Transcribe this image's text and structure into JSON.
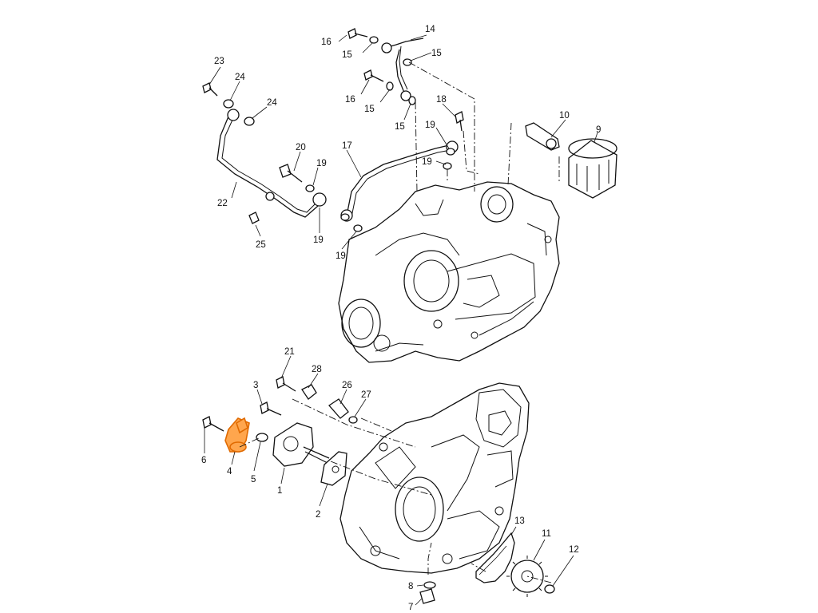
{
  "diagram": {
    "highlight_color": "#ffa64d",
    "highlighted_part": "4",
    "callouts": [
      {
        "id": "c1",
        "text": "1"
      },
      {
        "id": "c2",
        "text": "2"
      },
      {
        "id": "c3",
        "text": "3"
      },
      {
        "id": "c4",
        "text": "4"
      },
      {
        "id": "c5",
        "text": "5"
      },
      {
        "id": "c6",
        "text": "6"
      },
      {
        "id": "c7",
        "text": "7"
      },
      {
        "id": "c8",
        "text": "8"
      },
      {
        "id": "c9",
        "text": "9"
      },
      {
        "id": "c10",
        "text": "10"
      },
      {
        "id": "c11",
        "text": "11"
      },
      {
        "id": "c12",
        "text": "12"
      },
      {
        "id": "c13",
        "text": "13"
      },
      {
        "id": "c14",
        "text": "14"
      },
      {
        "id": "c15a",
        "text": "15"
      },
      {
        "id": "c15b",
        "text": "15"
      },
      {
        "id": "c15c",
        "text": "15"
      },
      {
        "id": "c15d",
        "text": "15"
      },
      {
        "id": "c16a",
        "text": "16"
      },
      {
        "id": "c16b",
        "text": "16"
      },
      {
        "id": "c17",
        "text": "17"
      },
      {
        "id": "c18",
        "text": "18"
      },
      {
        "id": "c19a",
        "text": "19"
      },
      {
        "id": "c19b",
        "text": "19"
      },
      {
        "id": "c19c",
        "text": "19"
      },
      {
        "id": "c19d",
        "text": "19"
      },
      {
        "id": "c19e",
        "text": "19"
      },
      {
        "id": "c20",
        "text": "20"
      },
      {
        "id": "c21",
        "text": "21"
      },
      {
        "id": "c22",
        "text": "22"
      },
      {
        "id": "c23",
        "text": "23"
      },
      {
        "id": "c24a",
        "text": "24"
      },
      {
        "id": "c24b",
        "text": "24"
      },
      {
        "id": "c25",
        "text": "25"
      },
      {
        "id": "c26",
        "text": "26"
      },
      {
        "id": "c27",
        "text": "27"
      },
      {
        "id": "c28",
        "text": "28"
      }
    ]
  }
}
